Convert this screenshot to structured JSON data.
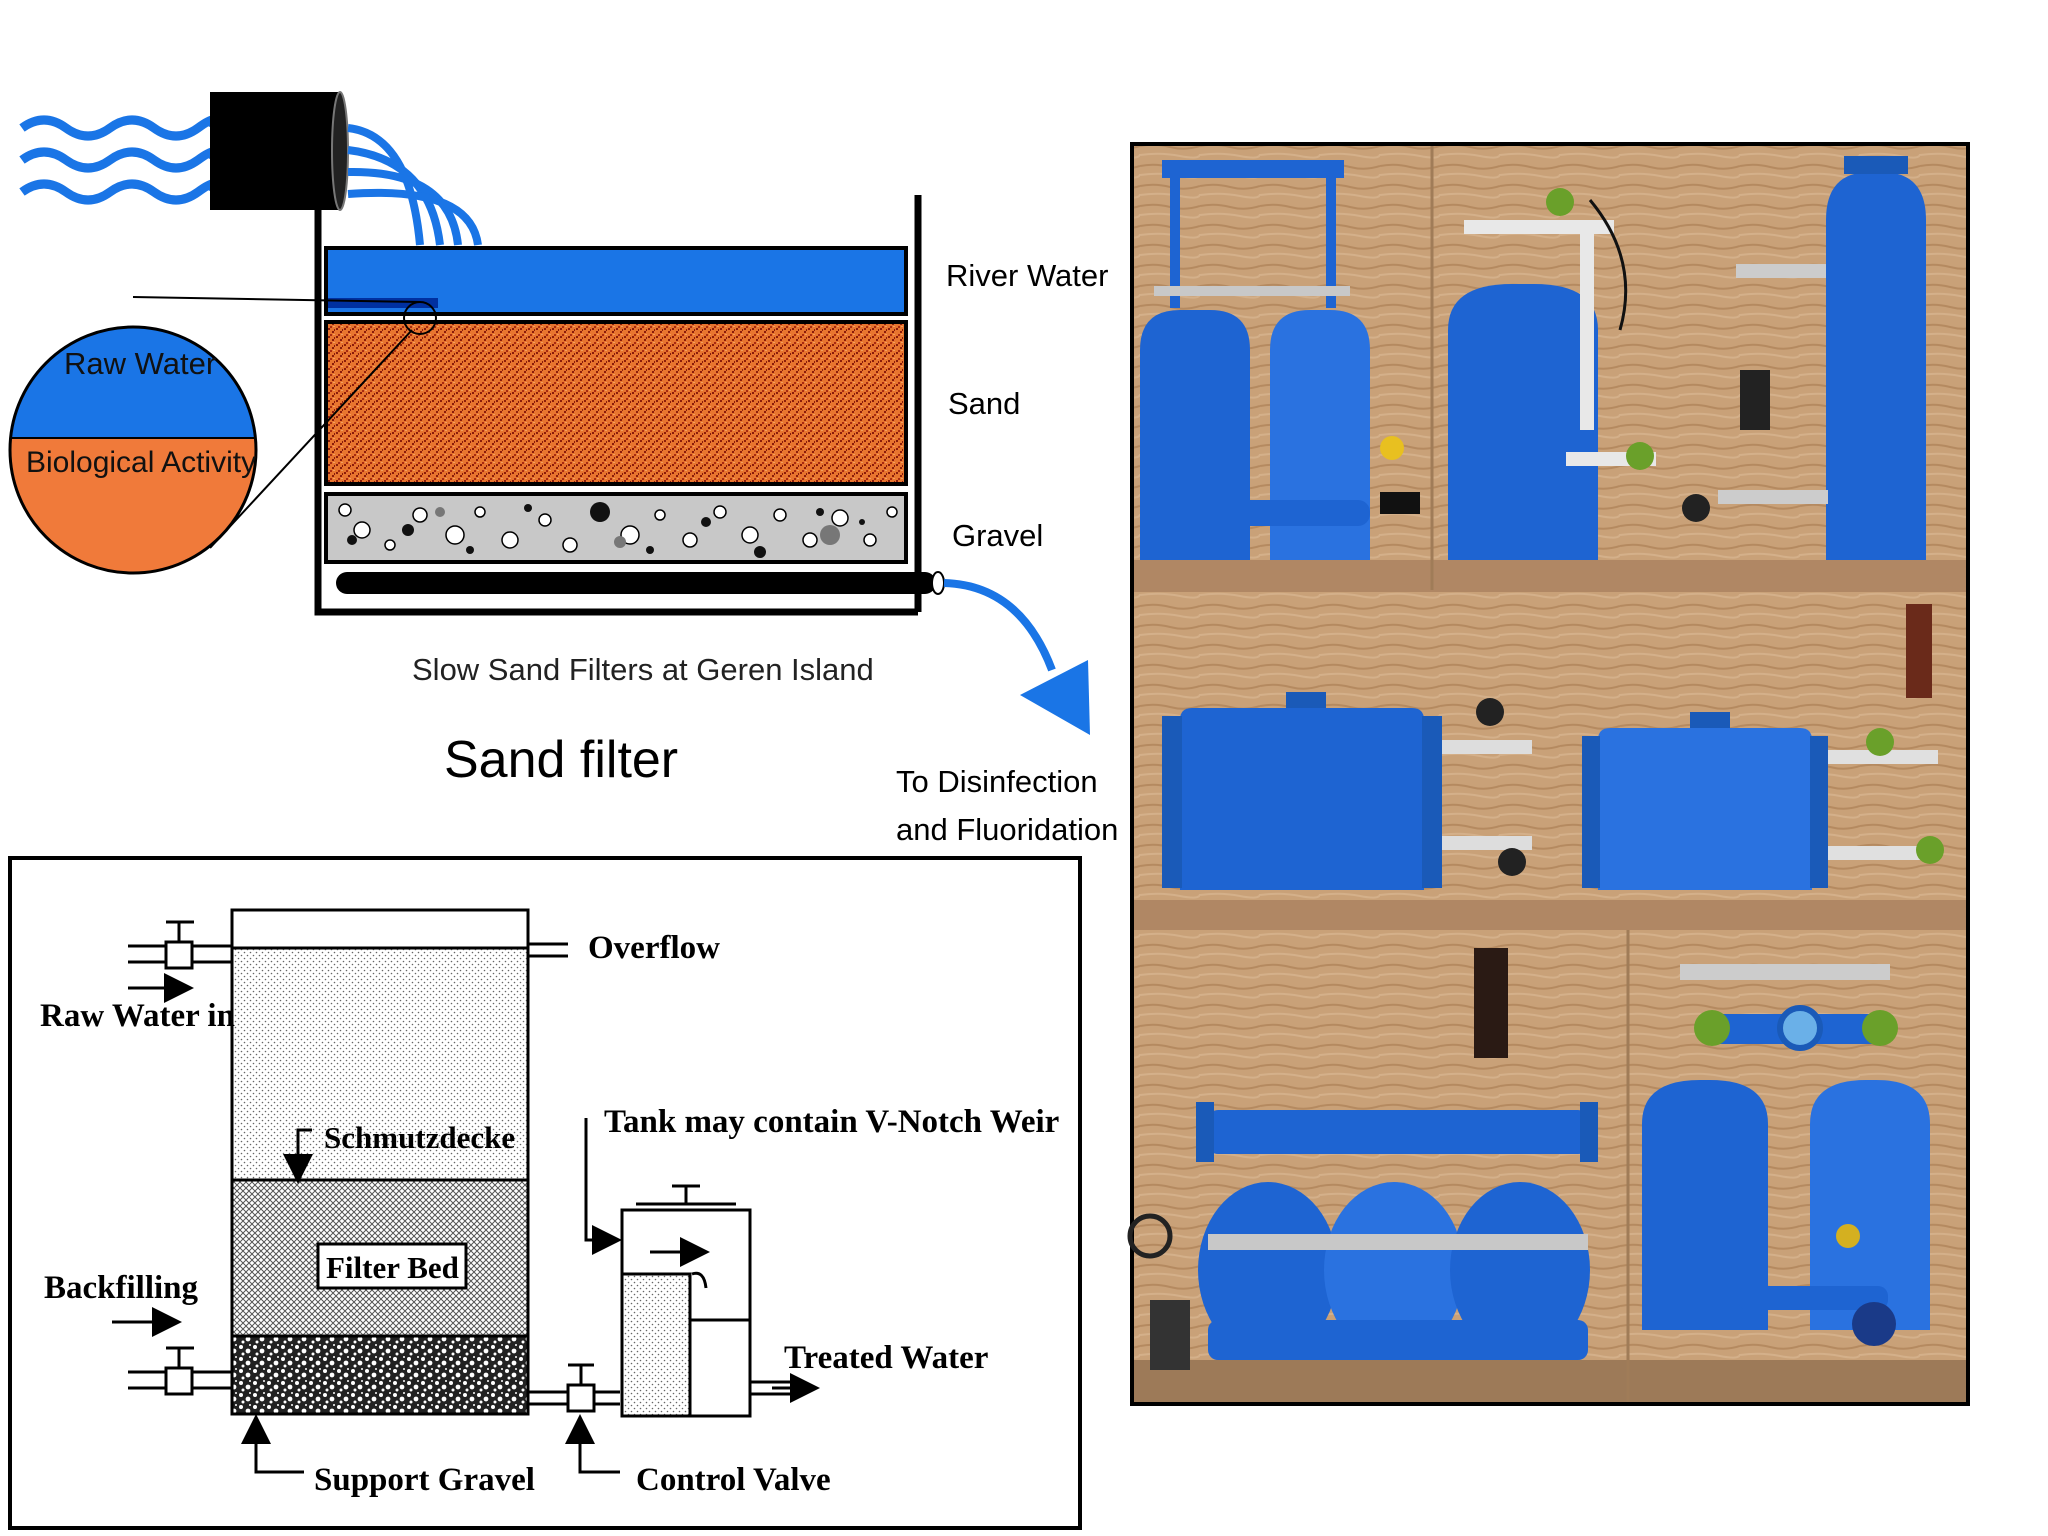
{
  "top_diagram": {
    "layers": {
      "river_water": "River Water",
      "sand": "Sand",
      "gravel": "Gravel"
    },
    "inset": {
      "raw_water": "Raw Water",
      "biological_activity": "Biological Activity"
    },
    "caption": "Slow Sand Filters at Geren Island",
    "title": "Sand filter",
    "outlet_line1": "To Disinfection",
    "outlet_line2": "and Fluoridation"
  },
  "bottom_diagram": {
    "overflow": "Overflow",
    "raw_water_in": "Raw Water in",
    "schmutzdecke": "Schmutzdecke",
    "filter_bed": "Filter Bed",
    "tank_note": "Tank may contain V-Notch Weir",
    "backfilling": "Backfilling",
    "treated_water": "Treated Water",
    "support_gravel": "Support Gravel",
    "control_valve": "Control Valve"
  },
  "colors": {
    "water_blue": "#1a75e6",
    "sand_orange": "#e8752f",
    "sand_dark": "#8a1c0a",
    "gravel_grey": "#c8c8c8",
    "bio_orange": "#f07a3a",
    "tank_blue": "#1e64d2",
    "wall_tan": "#c9a178"
  }
}
